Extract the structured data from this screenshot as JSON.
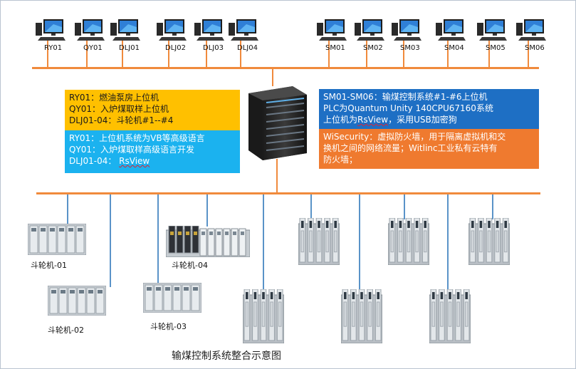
{
  "pcs_left": [
    "RY01",
    "QY01",
    "DLJ01",
    "DLJ02",
    "DLJ03",
    "DLJ04"
  ],
  "pcs_right": [
    "SM01",
    "SM02",
    "SM03",
    "SM04",
    "SM05",
    "SM06"
  ],
  "box_yellow": [
    "RY01：燃油泵房上位机",
    "QY01：入炉煤取样上位机",
    "DLJ01-04：斗轮机#1--#4"
  ],
  "box_cyan": [
    "RY01：上位机系统为VB等高级语言",
    "QY01：入炉煤取样高级语言开发",
    "DLJ01-04：",
    "RsView"
  ],
  "box_blue": [
    "SM01-SM06：输煤控制系统#1-#6上位机",
    "PLC为Quantum Unity 140CPU67160系统",
    "上位机为",
    "RsView",
    "，采用USB加密狗"
  ],
  "box_orange": [
    "WiSecurity：虚拟防火墙，用于隔离虚拟机和交",
    "换机之间的网络流量；Witlinc工业私有云特有",
    "防火墙；"
  ],
  "rack_labels": [
    "斗轮机-01",
    "斗轮机-02",
    "斗轮机-03",
    "斗轮机-04"
  ],
  "caption": "输煤控制系统整合示意图",
  "colors": {
    "bus": "#f08a3c",
    "yellow": "#ffc000",
    "cyan": "#1bb2ef",
    "blue": "#1e6fc4",
    "orange": "#ef7a2f",
    "drop": "#5a93c8"
  }
}
